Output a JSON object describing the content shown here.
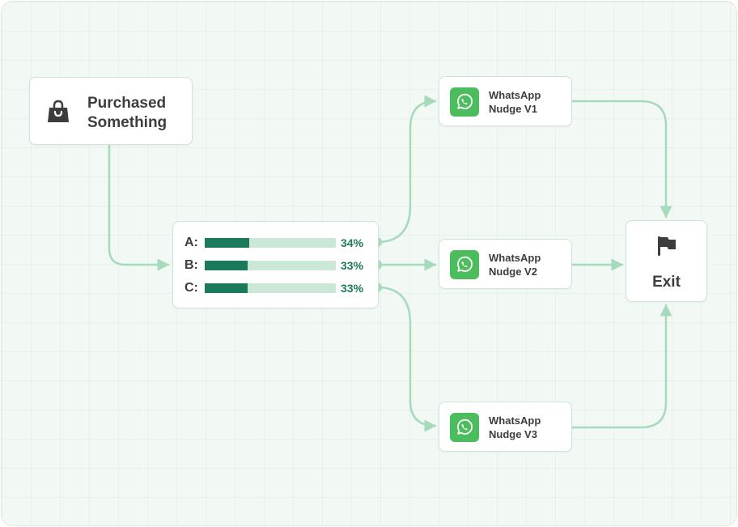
{
  "trigger": {
    "label": "Purchased\nSomething",
    "icon": "shopping-bag-icon"
  },
  "split": {
    "rows": [
      {
        "letter": "A:",
        "percent": "34%",
        "share": 0.34
      },
      {
        "letter": "B:",
        "percent": "33%",
        "share": 0.33
      },
      {
        "letter": "C:",
        "percent": "33%",
        "share": 0.33
      }
    ]
  },
  "actions": [
    {
      "label": "WhatsApp\nNudge V1",
      "icon": "whatsapp-icon"
    },
    {
      "label": "WhatsApp\nNudge V2",
      "icon": "whatsapp-icon"
    },
    {
      "label": "WhatsApp\nNudge V3",
      "icon": "whatsapp-icon"
    }
  ],
  "exit": {
    "label": "Exit",
    "icon": "flag-icon"
  },
  "colors": {
    "canvas": "#f2f8f4",
    "connector": "#a6dabd",
    "bar_fill": "#1b7a5c",
    "bar_track": "#cbe8d6",
    "whatsapp": "#4cbd5c"
  }
}
